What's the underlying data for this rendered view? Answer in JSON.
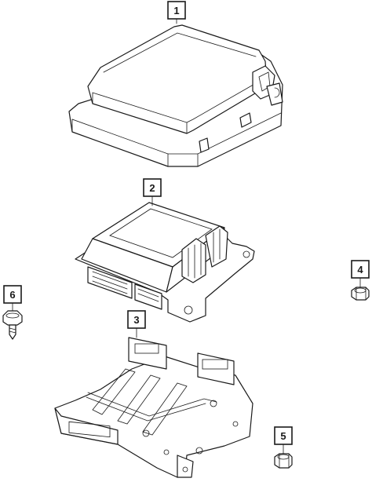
{
  "callouts": [
    {
      "id": "1",
      "label": "1"
    },
    {
      "id": "2",
      "label": "2"
    },
    {
      "id": "3",
      "label": "3"
    },
    {
      "id": "4",
      "label": "4"
    },
    {
      "id": "5",
      "label": "5"
    },
    {
      "id": "6",
      "label": "6"
    }
  ],
  "parts": [
    {
      "callout": "1",
      "name": "cover-icon"
    },
    {
      "callout": "2",
      "name": "control-module-icon"
    },
    {
      "callout": "3",
      "name": "mounting-bracket-icon"
    },
    {
      "callout": "4",
      "name": "nut-icon"
    },
    {
      "callout": "5",
      "name": "nut-icon"
    },
    {
      "callout": "6",
      "name": "bolt-icon"
    }
  ]
}
